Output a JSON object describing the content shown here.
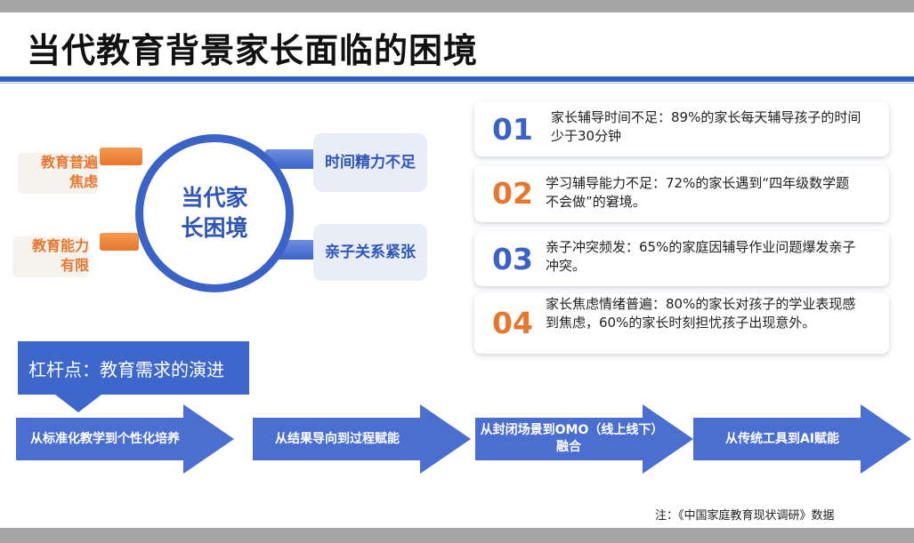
{
  "title": "当代教育背景家长面临的困境",
  "center": {
    "line1": "当代家",
    "line2": "长困境"
  },
  "left_tags": [
    {
      "line1": "教育普遍",
      "line2": "焦虑"
    },
    {
      "line1": "教育能力",
      "line2": "有限"
    }
  ],
  "right_tags": [
    "时间精力不足",
    "亲子关系紧张"
  ],
  "cards": [
    {
      "num": "01",
      "text": "家长辅导时间不足：89%的家长每天辅导孩子的时间少于30分钟",
      "color": "#3b63c7"
    },
    {
      "num": "02",
      "text": "学习辅导能力不足：72%的家长遇到“四年级数学题不会做”的窘境。",
      "color": "#e8772e"
    },
    {
      "num": "03",
      "text": "亲子冲突频发：65%的家庭因辅导作业问题爆发亲子冲突。",
      "color": "#3b63c7"
    },
    {
      "num": "04",
      "text": "家长焦虑情绪普遍：80%的家长对孩子的学业表现感到焦虑，60%的家长时刻担忧孩子出现意外。",
      "color": "#e8772e"
    }
  ],
  "lever": "杠杆点：教育需求的演进",
  "arrows": [
    "从标准化教学到个性化培养",
    "从结果导向到过程赋能",
    "从封闭场景到OMO（线上线下）融合",
    "从传统工具到AI赋能"
  ],
  "note": "注：《中国家庭教育现状调研》数据",
  "colors": {
    "blue": "#3b63c7",
    "orange": "#e8772e",
    "arrow_blue": "#4a6fd0"
  }
}
